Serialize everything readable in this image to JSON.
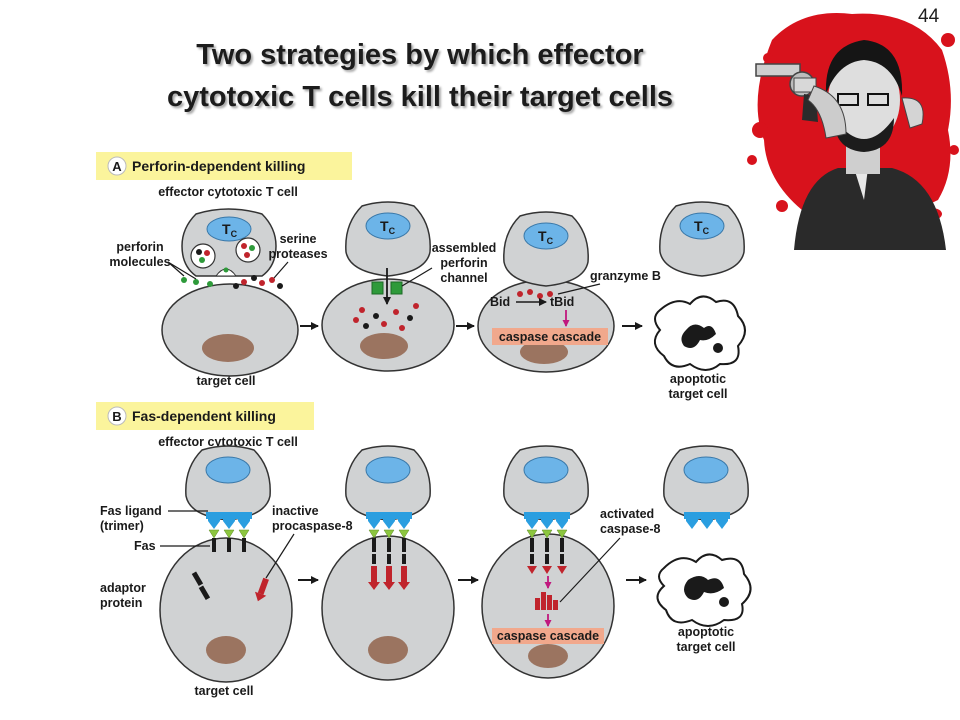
{
  "slide": {
    "title_line1": "Two strategies by which effector",
    "title_line2": "cytotoxic T cells kill their target cells",
    "page_number": "44"
  },
  "panel_a": {
    "letter": "A",
    "heading": "Perforin-dependent killing",
    "effector_label": "effector cytotoxic T cell",
    "cell_label": "T",
    "cell_label_sub": "C",
    "perforin_label_1": "perforin",
    "perforin_label_2": "molecules",
    "protease_label_1": "serine",
    "protease_label_2": "proteases",
    "channel_label_1": "assembled",
    "channel_label_2": "perforin",
    "channel_label_3": "channel",
    "granzyme_label": "granzyme B",
    "bid_label": "Bid",
    "tbid_label": "tBid",
    "caspase_label": "caspase cascade",
    "target_label": "target cell",
    "apoptotic_label_1": "apoptotic",
    "apoptotic_label_2": "target cell"
  },
  "panel_b": {
    "letter": "B",
    "heading": "Fas-dependent killing",
    "effector_label": "effector cytotoxic T cell",
    "fas_ligand_label_1": "Fas ligand",
    "fas_ligand_label_2": "(trimer)",
    "fas_label": "Fas",
    "procaspase_label_1": "inactive",
    "procaspase_label_2": "procaspase-8",
    "adaptor_label_1": "adaptor",
    "adaptor_label_2": "protein",
    "activated_label_1": "activated",
    "activated_label_2": "caspase-8",
    "caspase_label": "caspase cascade",
    "target_label": "target cell",
    "apoptotic_label_1": "apoptotic",
    "apoptotic_label_2": "target cell"
  },
  "colors": {
    "cell_fill": "#d0d2d3",
    "cell_stroke": "#333333",
    "tc_nucleus": "#6cb4e8",
    "nucleus": "#9b7460",
    "heading_bg": "#fbf49c",
    "caspase_bg": "#f1a88c",
    "perforin_green": "#2e9a3a",
    "protease_red": "#c0242c",
    "fas_ligand_blue": "#2a9ee0",
    "fas_green": "#8cc63f",
    "arrow_magenta": "#c0187e"
  },
  "icons": {
    "step_arrow": "right-arrow-icon",
    "portrait": "character-portrait-icon"
  }
}
